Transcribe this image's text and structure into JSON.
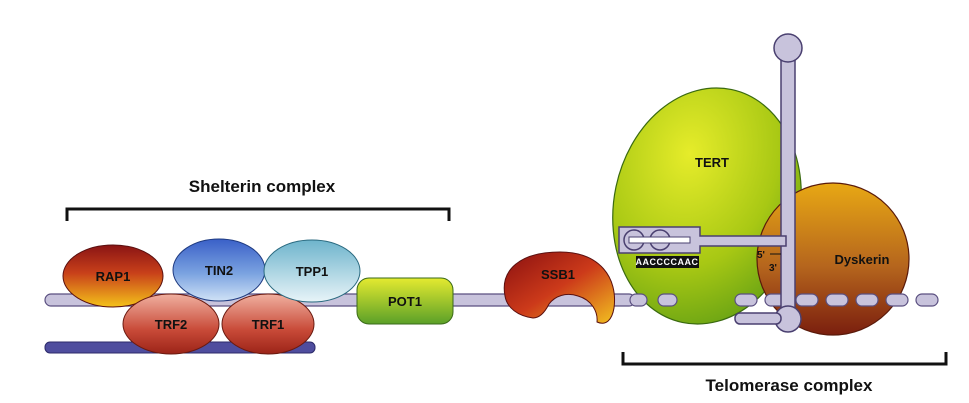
{
  "shelterin": {
    "title": "Shelterin complex",
    "proteins": {
      "rap1": "RAP1",
      "tin2": "TIN2",
      "tpp1": "TPP1",
      "trf2": "TRF2",
      "trf1": "TRF1",
      "pot1": "POT1"
    }
  },
  "ssb1": "SSB1",
  "telomerase": {
    "title": "Telomerase complex",
    "tert": "TERT",
    "dyskerin": "Dyskerin",
    "template_sequence": "AACCCCAAC",
    "five_prime": "5'",
    "three_prime": "3'"
  },
  "colors": {
    "dna_strand": "#c8c3dc",
    "dna_outline": "#5a4f80",
    "complementary_strand": "#4f4d9e",
    "tert": "#a8c814",
    "dyskerin": "#b5651d"
  }
}
